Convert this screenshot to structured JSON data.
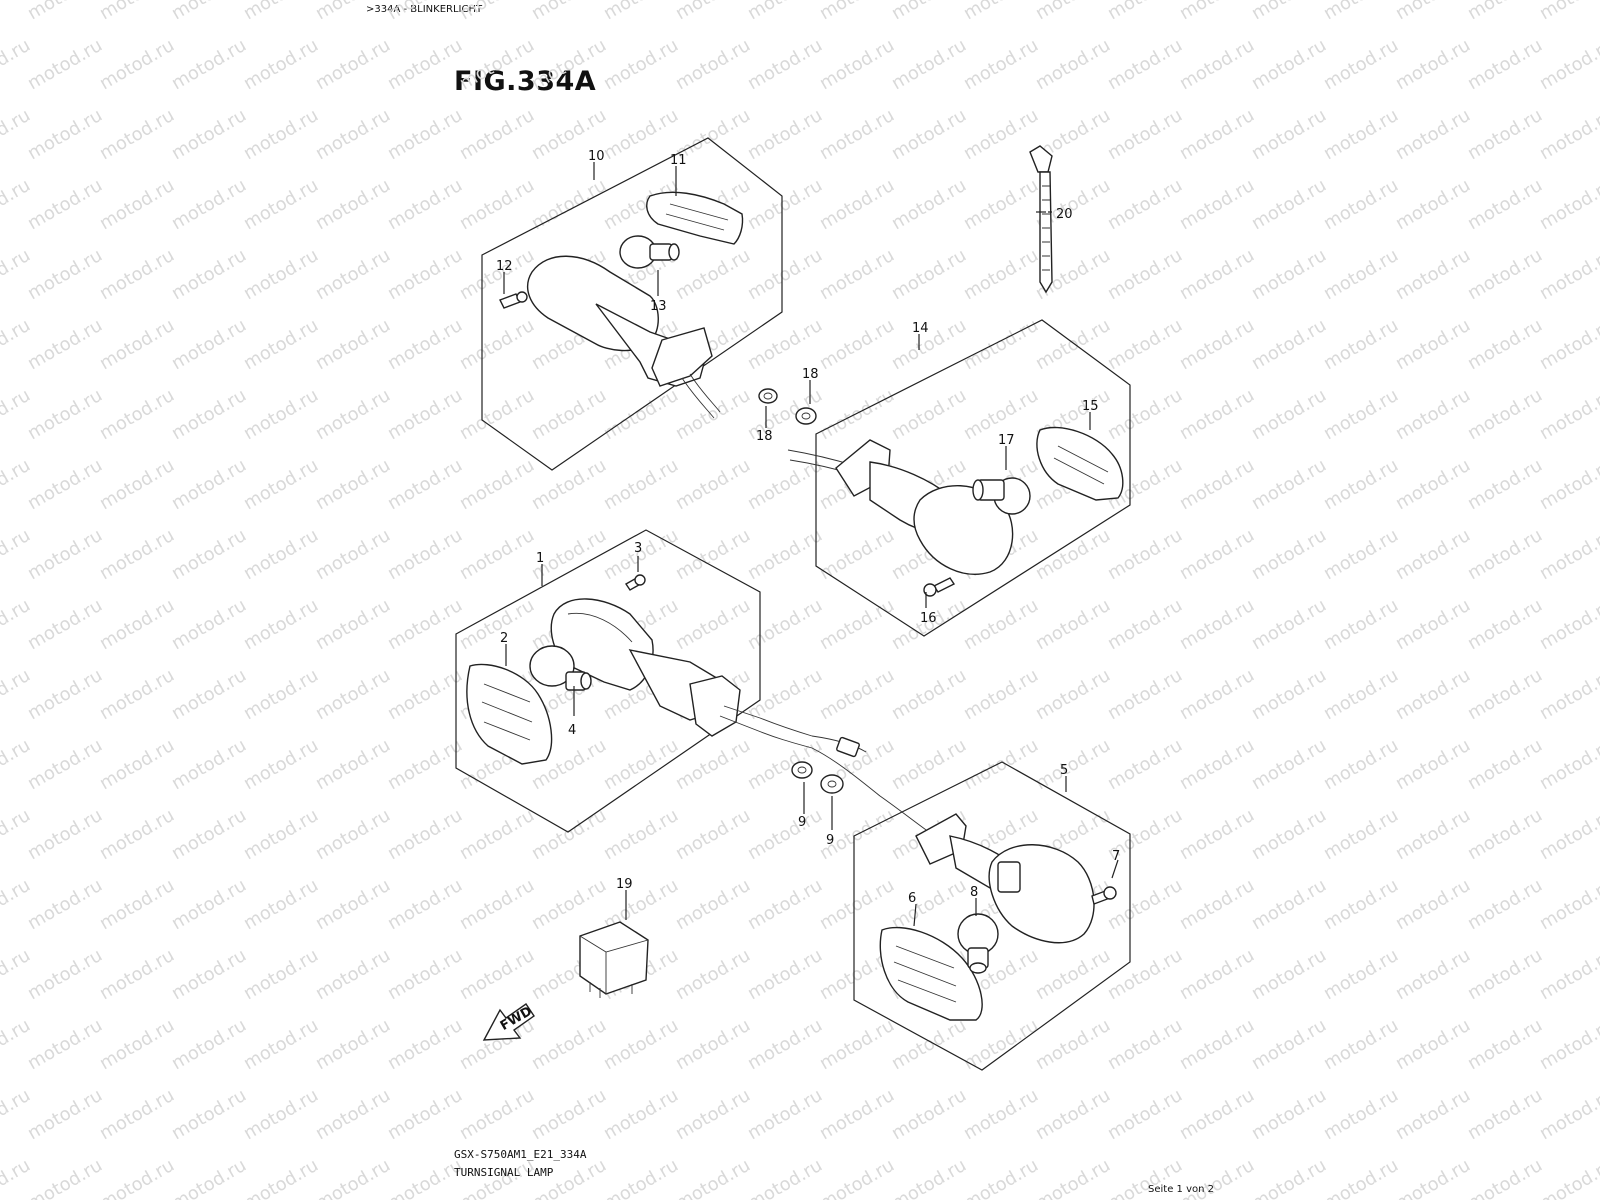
{
  "breadcrumb": ">334A - BLINKERLICHT",
  "figure_title": "FIG.334A",
  "diagram_code": "GSX-S750AM1_E21_334A",
  "diagram_description": "TURNSIGNAL LAMP",
  "page_info": "Seite 1 von 2",
  "watermark": "motod.ru",
  "fwd_label": "FWD",
  "callouts": [
    "10",
    "11",
    "12",
    "13",
    "14",
    "15",
    "16",
    "17",
    "18",
    "18",
    "20",
    "1",
    "2",
    "3",
    "4",
    "5",
    "6",
    "7",
    "8",
    "9",
    "9",
    "19"
  ]
}
